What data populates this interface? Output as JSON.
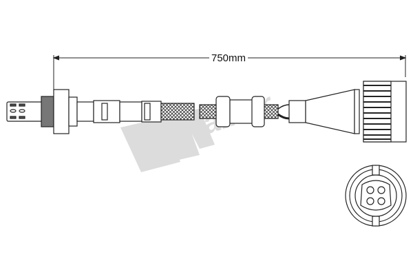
{
  "diagram": {
    "type": "oxygen-sensor-drawing",
    "dimension": {
      "label": "750mm",
      "value": 750,
      "unit": "mm"
    },
    "watermark": {
      "text": "Walker",
      "color": "#d9d9d9"
    },
    "components": [
      {
        "name": "sensor-tip",
        "label": "Sensor tip"
      },
      {
        "name": "threaded-body",
        "label": "Threaded body with hex nut"
      },
      {
        "name": "sensor-shell",
        "label": "Sensor shell"
      },
      {
        "name": "braided-cable",
        "label": "Braided cable"
      },
      {
        "name": "inline-grommet",
        "label": "Inline grommet"
      },
      {
        "name": "wire-leads",
        "label": "Wire leads"
      },
      {
        "name": "connector-boot",
        "label": "Connector boot"
      },
      {
        "name": "connector-housing",
        "label": "Connector housing"
      },
      {
        "name": "connector-face",
        "label": "Connector face (end view)",
        "pin_count": 4
      }
    ],
    "colors": {
      "line": "#222222",
      "fill": "#ffffff",
      "watermark": "#d9d9d9"
    }
  }
}
